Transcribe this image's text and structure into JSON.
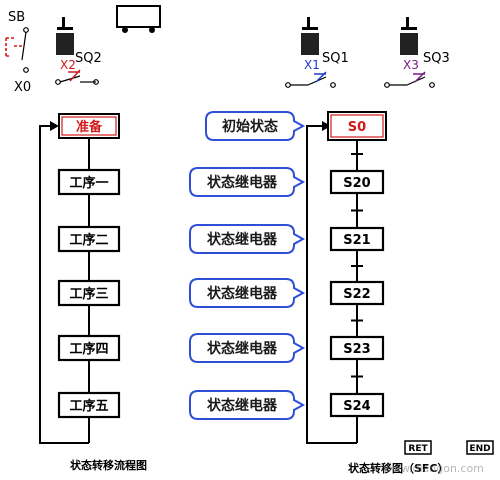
{
  "colors": {
    "line": "#000000",
    "red": "#d21a1a",
    "blue": "#1b3ad0",
    "purple": "#7a1a8a",
    "bubble_border": "#2f4fd6",
    "watermark": "#888888"
  },
  "switches": {
    "sb_label": "SB",
    "x0_label": "X0",
    "sq2_label": "SQ2",
    "x2_label": "X2",
    "sq1_label": "SQ1",
    "x1_label": "X1",
    "sq3_label": "SQ3",
    "x3_label": "X3"
  },
  "flow": {
    "left_steps": [
      "准备",
      "工序一",
      "工序二",
      "工序三",
      "工序四",
      "工序五"
    ],
    "bubbles": [
      "初始状态",
      "状态继电器",
      "状态继电器",
      "状态继电器",
      "状态继电器",
      "状态继电器"
    ],
    "right_steps": [
      "S0",
      "S20",
      "S21",
      "S22",
      "S23",
      "S24"
    ]
  },
  "captions": {
    "left": "状态转移流程图",
    "right": "状态转移图（SFC）"
  },
  "buttons": {
    "ret": "RET",
    "end": "END"
  },
  "watermark": "www.diangon.com"
}
